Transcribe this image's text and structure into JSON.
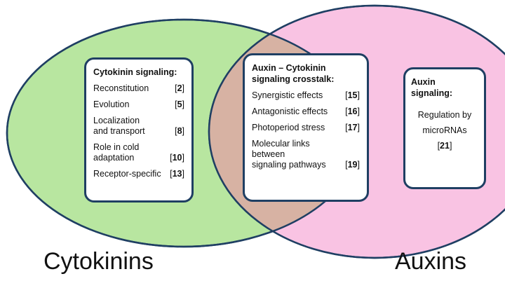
{
  "colors": {
    "cytokinin_fill": "#b8e6a0",
    "auxin_fill": "#f9c3e3",
    "overlap_fill": "#d7b2a3",
    "outline": "#1f3f63"
  },
  "sets": {
    "cytokinins": "Cytokinins",
    "auxins": "Auxins"
  },
  "cytokinin_box": {
    "title": "Cytokinin signaling:",
    "items": [
      {
        "label": "Reconstitution",
        "ref": "2"
      },
      {
        "label": "Evolution",
        "ref": "5"
      },
      {
        "label": "Localization\nand transport",
        "ref": "8"
      },
      {
        "label": "Role in cold\nadaptation",
        "ref": "10"
      },
      {
        "label": "Receptor-specific",
        "ref": "13"
      }
    ]
  },
  "crosstalk_box": {
    "title": "Auxin – Cytokinin\nsignaling crosstalk:",
    "items": [
      {
        "label": "Synergistic effects",
        "ref": "15"
      },
      {
        "label": "Antagonistic effects",
        "ref": "16"
      },
      {
        "label": "Photoperiod stress",
        "ref": "17"
      },
      {
        "label": "Molecular links between\nsignaling pathways",
        "ref": "19"
      }
    ]
  },
  "auxin_box": {
    "title": "Auxin signaling:",
    "text": "Regulation by\nmicroRNAs",
    "ref": "21"
  }
}
